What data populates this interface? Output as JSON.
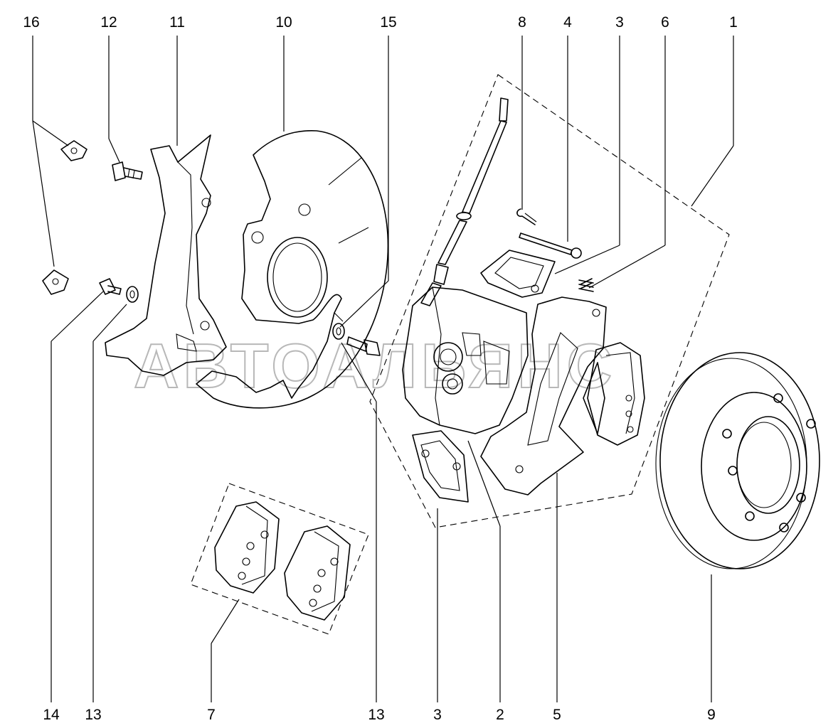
{
  "watermark": "АВТОАЛЬЯНС",
  "callouts_top": [
    "16",
    "12",
    "11",
    "10",
    "15",
    "8",
    "4",
    "3",
    "6",
    "1"
  ],
  "callouts_bottom": [
    "14",
    "13",
    "7",
    "13",
    "3",
    "2",
    "5",
    "9"
  ]
}
